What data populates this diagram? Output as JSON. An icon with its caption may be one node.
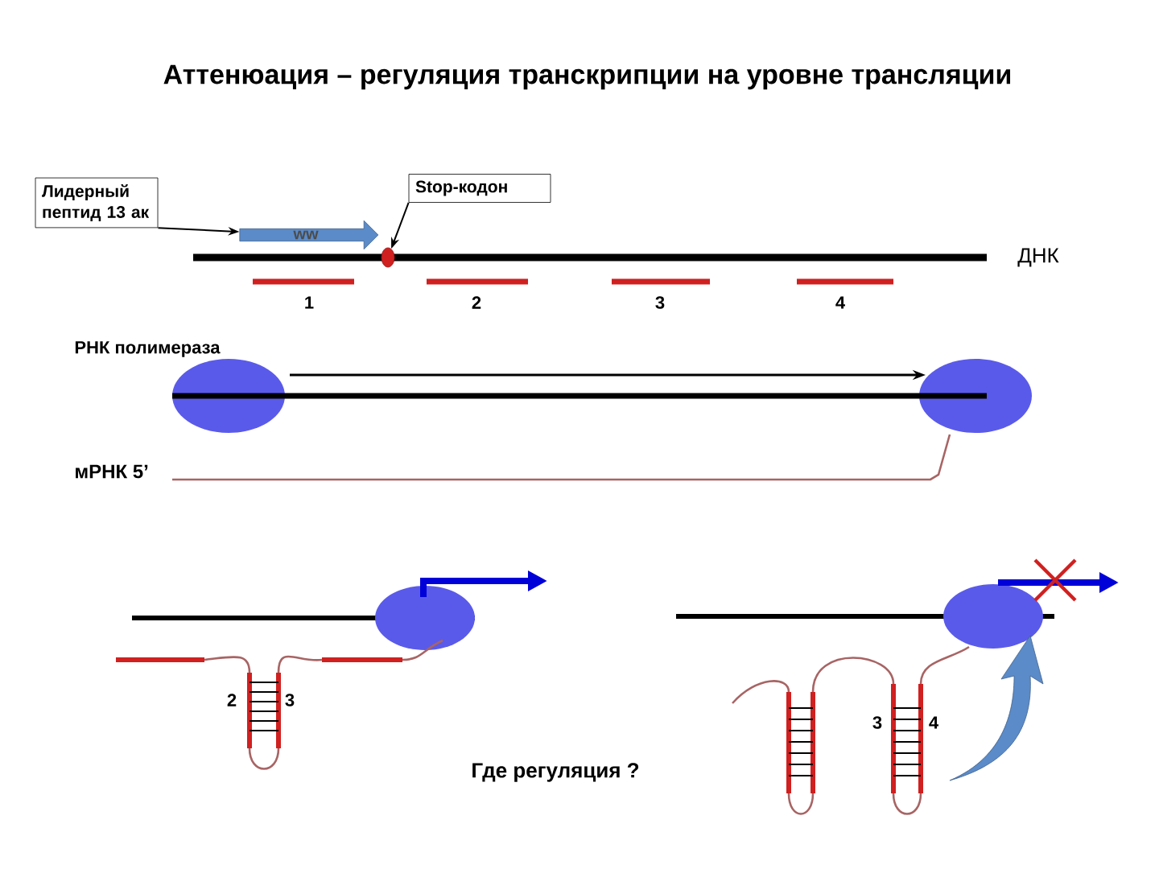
{
  "diagram": {
    "title": "Аттенюация – регуляция транскрипции на уровне трансляции",
    "nodes": [
      {
        "text": [
          "Лидерный пептид 13 ак"
        ]
      },
      {
        "text": [
          "Stop-кодон"
        ]
      },
      {
        "text": [
          "ww"
        ]
      },
      {
        "text": [],
        "shape": "circle"
      }
    ],
    "edges": [
      {
        "from": 0,
        "to": 2,
        "arrow": "to"
      },
      {
        "from": 1,
        "to": 3,
        "arrow": "to"
      }
    ],
    "labels": [
      "ДНК",
      "1",
      "2",
      "3",
      "4",
      "РНК полимераза",
      "мРНК 5’",
      "2",
      "3",
      "3",
      "4",
      "Где регуляция ?"
    ]
  }
}
